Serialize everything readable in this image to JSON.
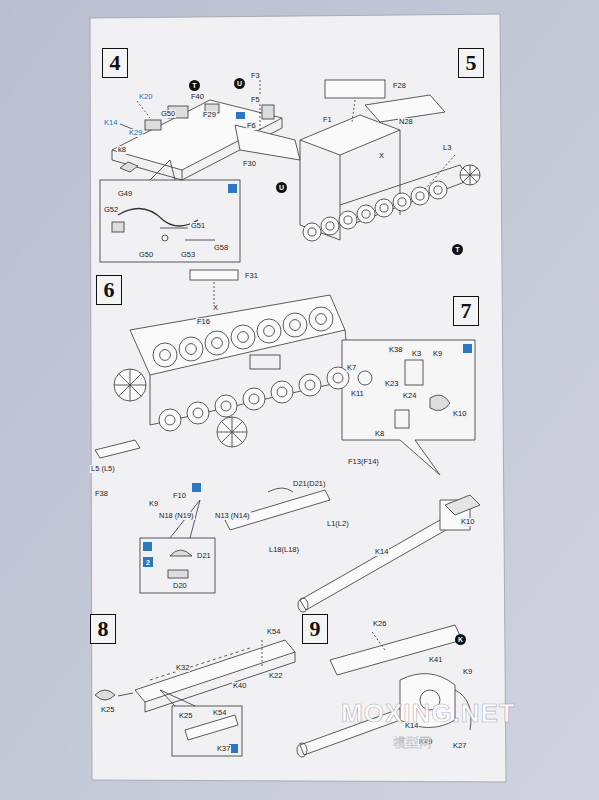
{
  "diagram": {
    "nodes": [
      {
        "text": [
          "4"
        ]
      },
      {
        "text": [
          "5"
        ]
      },
      {
        "text": [
          "6"
        ]
      },
      {
        "text": [
          "7"
        ]
      },
      {
        "text": [
          "8"
        ]
      },
      {
        "text": [
          "9"
        ]
      }
    ],
    "labels": [
      "T",
      "K20",
      "F40",
      "K14",
      "G50",
      "F29",
      "K29",
      "k8",
      "G49",
      "G52",
      "G51",
      "G58",
      "G50",
      "G53",
      "U",
      "F3",
      "F5",
      "F6",
      "F30",
      "F28",
      "F1",
      "N28",
      "X",
      "L3",
      "U",
      "T",
      "F31",
      "F16",
      "X",
      "L5 (L5)",
      "F38",
      "K9",
      "F10",
      "N18 (N19)",
      "N13 (N14)",
      "D21(D21)",
      "L1(L2)",
      "L18(L18)",
      "F13(F14)",
      "D21",
      "D20",
      "2",
      "K38",
      "K3",
      "K9",
      "K7",
      "K23",
      "K11",
      "K24",
      "K10",
      "K8",
      "K10",
      "K14",
      "K54",
      "K32",
      "K40",
      "K22",
      "K25",
      "K25",
      "K54",
      "K37",
      "K",
      "K26",
      "K41",
      "K9",
      "K14",
      "K49",
      "K27",
      "MOXING.NET",
      "模型网"
    ]
  }
}
